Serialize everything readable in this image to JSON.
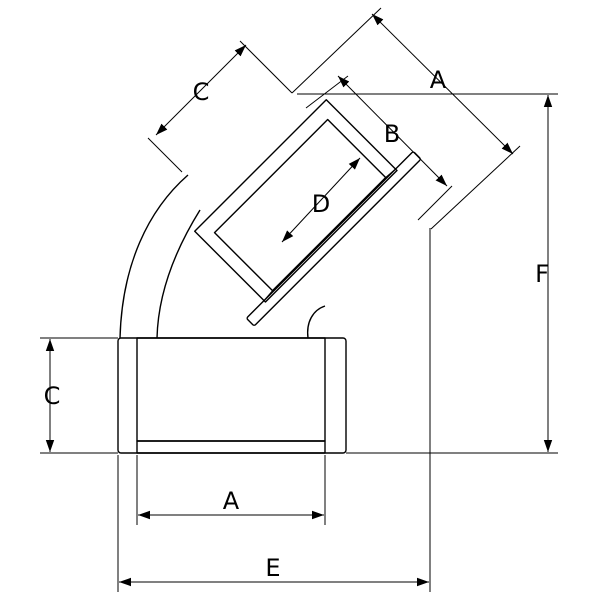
{
  "drawing": {
    "title": "",
    "labels": {
      "a_bottom": "A",
      "a_top": "A",
      "b": "B",
      "c_left": "C",
      "c_top": "C",
      "d": "D",
      "e": "E",
      "f": "F"
    }
  }
}
